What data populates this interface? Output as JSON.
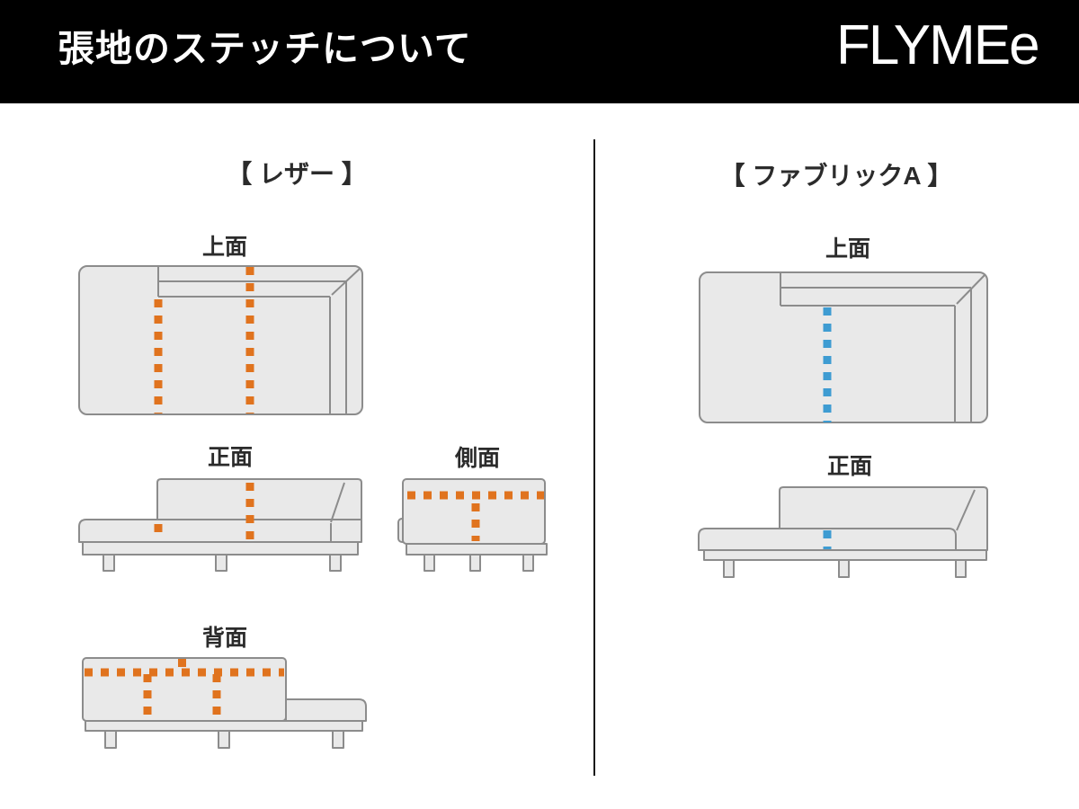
{
  "header": {
    "title": "張地のステッチについて",
    "brand": "FLYMEe"
  },
  "leather": {
    "section_title": "【 レザー 】",
    "views": {
      "top": "上面",
      "front": "正面",
      "side": "側面",
      "back": "背面"
    }
  },
  "fabric": {
    "section_title": "【 ファブリックA 】",
    "views": {
      "top": "上面",
      "front": "正面"
    }
  },
  "colors": {
    "page_bg": "#FFFFFF",
    "header_bg": "#000000",
    "header_text": "#FFFFFF",
    "leather_stitch": "#E0731E",
    "fabric_stitch": "#3E9CD2",
    "sofa_fill": "#E9E9E9",
    "sofa_stroke": "#8C8C8C",
    "label_text": "#2B2B2B",
    "divider": "#1A1A1A"
  }
}
